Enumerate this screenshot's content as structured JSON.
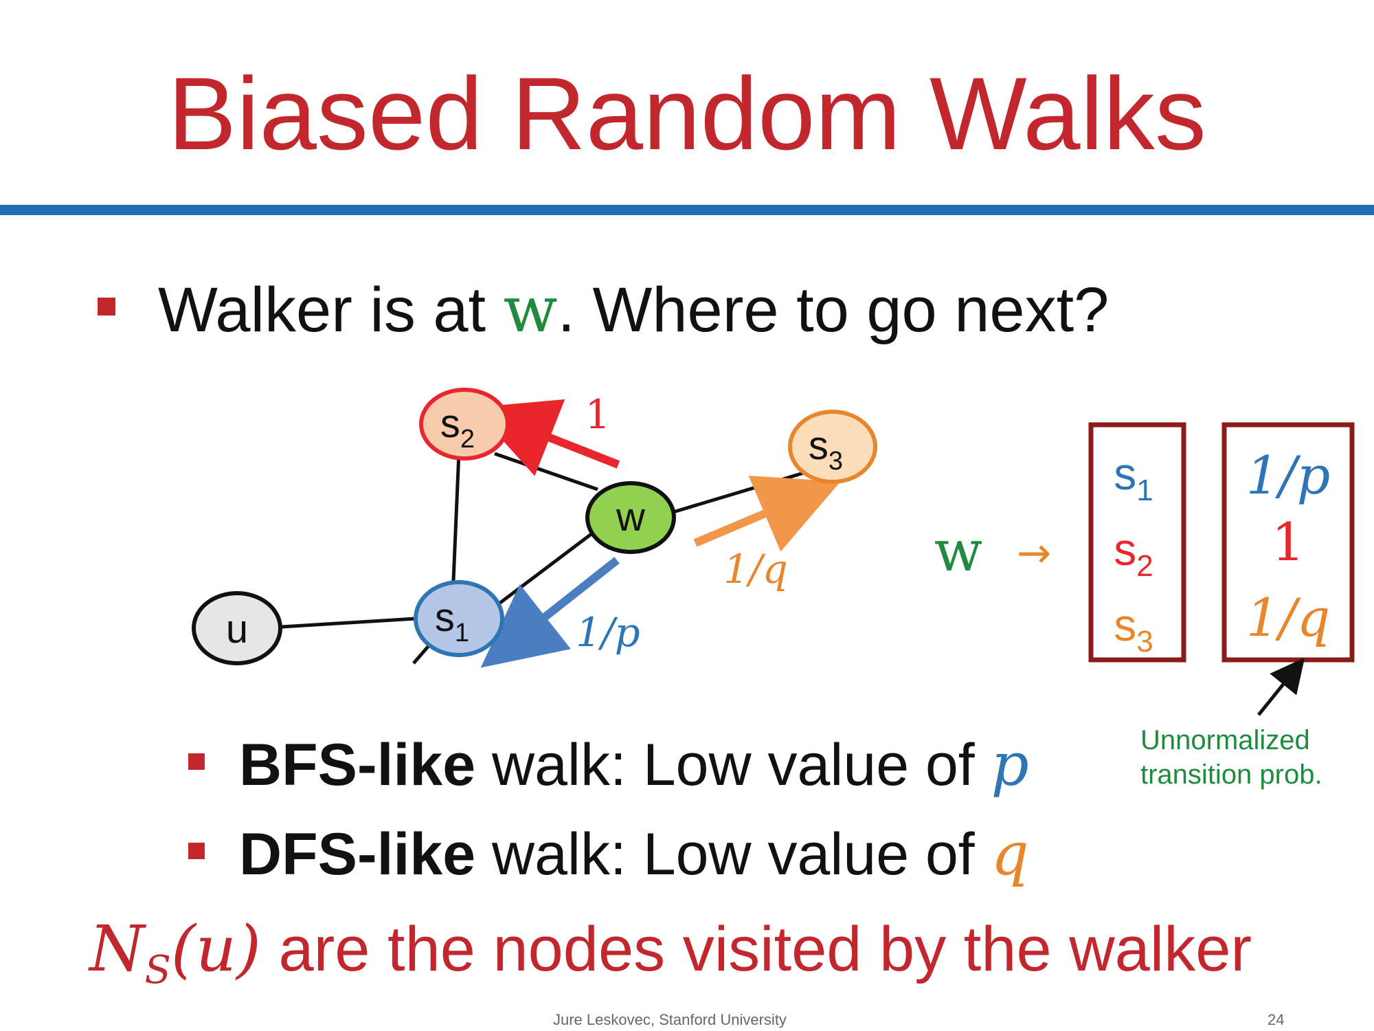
{
  "slide": {
    "title": "Biased Random Walks",
    "bullet_main": {
      "prefix": "Walker is at ",
      "var": "w",
      "suffix": ". Where to go next?"
    },
    "sub_bullets": [
      {
        "bold": "BFS-like",
        "text": " walk: Low value of ",
        "var": "p"
      },
      {
        "bold": "DFS-like",
        "text": " walk: Low value of ",
        "var": "q"
      }
    ],
    "bottom": {
      "n": "N",
      "n_sub": "S",
      "arg": "(u)",
      "text": " are the nodes visited by the walker"
    },
    "footer_author": "Jure Leskovec, Stanford University",
    "page_number": "24"
  },
  "diagram": {
    "nodes": [
      {
        "id": "u",
        "label": "u",
        "sub": ""
      },
      {
        "id": "s1",
        "label": "s",
        "sub": "1"
      },
      {
        "id": "s2",
        "label": "s",
        "sub": "2"
      },
      {
        "id": "s3",
        "label": "s",
        "sub": "3"
      },
      {
        "id": "w",
        "label": "w",
        "sub": ""
      }
    ],
    "edge_labels": {
      "to_s2": "1",
      "to_s3": "1/q",
      "to_s1": "1/p"
    },
    "mapping": {
      "source": "w",
      "arrow": "→",
      "targets": [
        {
          "label": "s",
          "sub": "1"
        },
        {
          "label": "s",
          "sub": "2"
        },
        {
          "label": "s",
          "sub": "3"
        }
      ],
      "weights": [
        "1/p",
        "1",
        "1/q"
      ]
    },
    "note_line1": "Unnormalized",
    "note_line2": "transition prob."
  },
  "colors": {
    "accent_red": "#C1272D",
    "rule_blue": "#1F6DB6",
    "green": "#1E8B3E",
    "blue": "#2E75B6",
    "red": "#E8262B",
    "orange": "#E8862D",
    "box": "#8B1A1A"
  }
}
